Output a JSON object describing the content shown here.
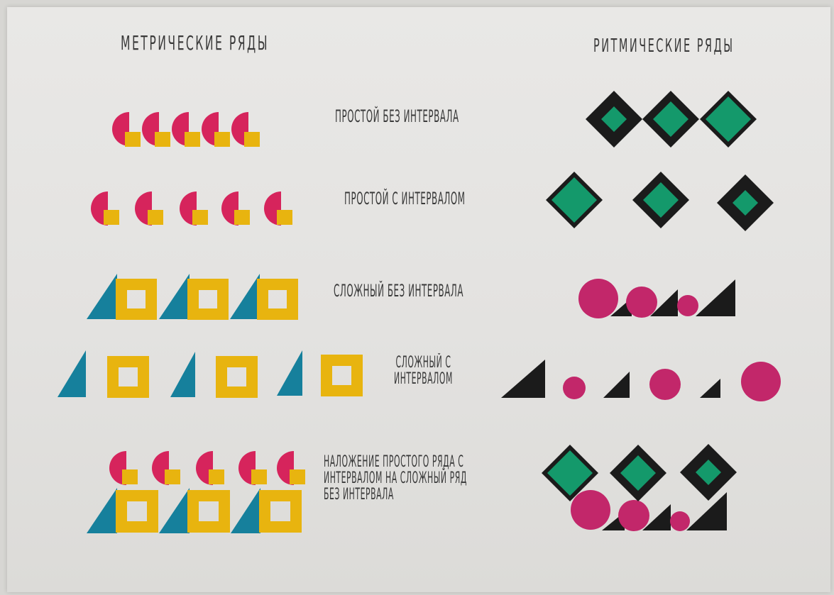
{
  "headers": {
    "metric": "МЕТРИЧЕСКИЕ РЯДЫ",
    "rhythmic": "РИТМИЧЕСКИЕ РЯДЫ"
  },
  "rows": [
    {
      "label": "ПРОСТОЙ БЕЗ ИНТЕРВАЛА"
    },
    {
      "label": "ПРОСТОЙ С ИНТЕРВАЛОМ"
    },
    {
      "label": "СЛОЖНЫЙ БЕЗ ИНТЕРВАЛА"
    },
    {
      "label": "СЛОЖНЫЙ С\nИНТЕРВАЛОМ"
    },
    {
      "label": "НАЛОЖЕНИЕ ПРОСТОГО РЯДА С\nИНТЕРВАЛОМ НА СЛОЖНЫЙ РЯД\nБЕЗ ИНТЕРВАЛА"
    }
  ],
  "colors": {
    "paper": "#e7e6e4",
    "crimson": "#d6245c",
    "magenta": "#c2276a",
    "yellow": "#e8b40f",
    "blue": "#16809c",
    "black": "#1b1b1b",
    "green": "#14996b"
  }
}
